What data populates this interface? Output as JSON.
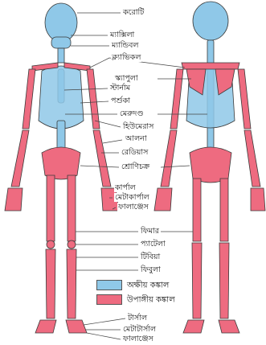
{
  "labels": {
    "skull": "করোটি",
    "maxilla": "ম্যাক্সিলা",
    "mandible": "ম্যান্ডিবল",
    "clavicle": "ক্ল্যাভিকল",
    "scapula": "স্ক্যাপুলা",
    "sternum": "স্টার্নাম",
    "rib": "পর্শুকা",
    "vertebral_column": "মেরুদণ্ড",
    "humerus": "হিউমেরাস",
    "ulna": "আলনা",
    "radius": "রেডিয়াস",
    "pelvic_girdle": "শ্রোণিচক্র",
    "carpal": "কার্পাল",
    "metacarpal": "মেটাকার্পাল",
    "phalanges_hand": "ফালাঞ্জেস",
    "femur": "ফিমার",
    "patella": "প্যাটেলা",
    "tibia": "টিবিয়া",
    "fibula": "ফিবুলা",
    "tarsal": "টার্সাল",
    "metatarsal": "মেটাটার্সাল",
    "phalanges_foot": "ফালাঞ্জেস"
  },
  "legend": {
    "axial": "অক্ষীয় কঙ্কাল",
    "appendicular": "উপাঙ্গীয় কঙ্কাল"
  },
  "colors": {
    "axial": "#8fc8e8",
    "appendicular": "#ee6b80",
    "outline": "#3a3a3a",
    "leader": "#444444"
  }
}
